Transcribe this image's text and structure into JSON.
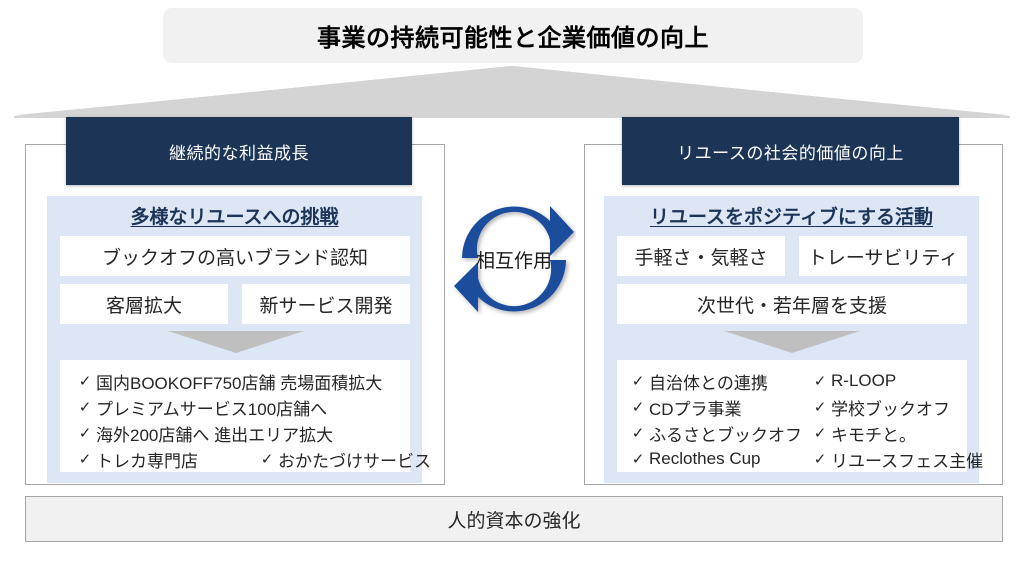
{
  "title": {
    "text": "事業の持続可能性と企業価値の向上"
  },
  "center": {
    "label": "相互作用",
    "icon": "cycle-arrows-icon"
  },
  "colors": {
    "navy": "#1c3557",
    "light_blue": "#dce6f5",
    "banner_gray": "#f1f1f1",
    "chevron_gray": "#d4d4d4",
    "arrow_blue": "#1f4e9c",
    "border_gray": "#a6a6a6"
  },
  "left_pillar": {
    "header": "継続的な利益成長",
    "heading": "多様なリユースへの挑戦",
    "boxes": [
      {
        "label": "ブックオフの高いブランド認知",
        "span": "full"
      },
      {
        "label": "客層拡大",
        "span": "half"
      },
      {
        "label": "新サービス開発",
        "span": "half"
      }
    ],
    "bullets": [
      {
        "check": "✓",
        "text": "国内BOOKOFF750店舗 売場面積拡大"
      },
      {
        "check": "✓",
        "text": "プレミアムサービス100店舗へ"
      },
      {
        "check": "✓",
        "text": "海外200店舗へ 進出エリア拡大"
      },
      {
        "check": "✓",
        "text": "トレカ専門店",
        "check2": "✓",
        "text2": "おかたづけサービス"
      }
    ]
  },
  "right_pillar": {
    "header": "リユースの社会的価値の向上",
    "heading": "リユースをポジティブにする活動",
    "boxes": [
      {
        "label": "手軽さ・気軽さ",
        "span": "half"
      },
      {
        "label": "トレーサビリティ",
        "span": "half"
      },
      {
        "label": "次世代・若年層を支援",
        "span": "full"
      }
    ],
    "bullets": [
      {
        "check": "✓",
        "text": "自治体との連携",
        "check2": "✓",
        "text2": "R-LOOP"
      },
      {
        "check": "✓",
        "text": "CDプラ事業",
        "check2": "✓",
        "text2": "学校ブックオフ"
      },
      {
        "check": "✓",
        "text": "ふるさとブックオフ",
        "check2": "✓",
        "text2": "キモチと。"
      },
      {
        "check": "✓",
        "text": "Reclothes Cup",
        "check2": "✓",
        "text2": "リユースフェス主催"
      }
    ]
  },
  "footer": {
    "label": "人的資本の強化"
  }
}
